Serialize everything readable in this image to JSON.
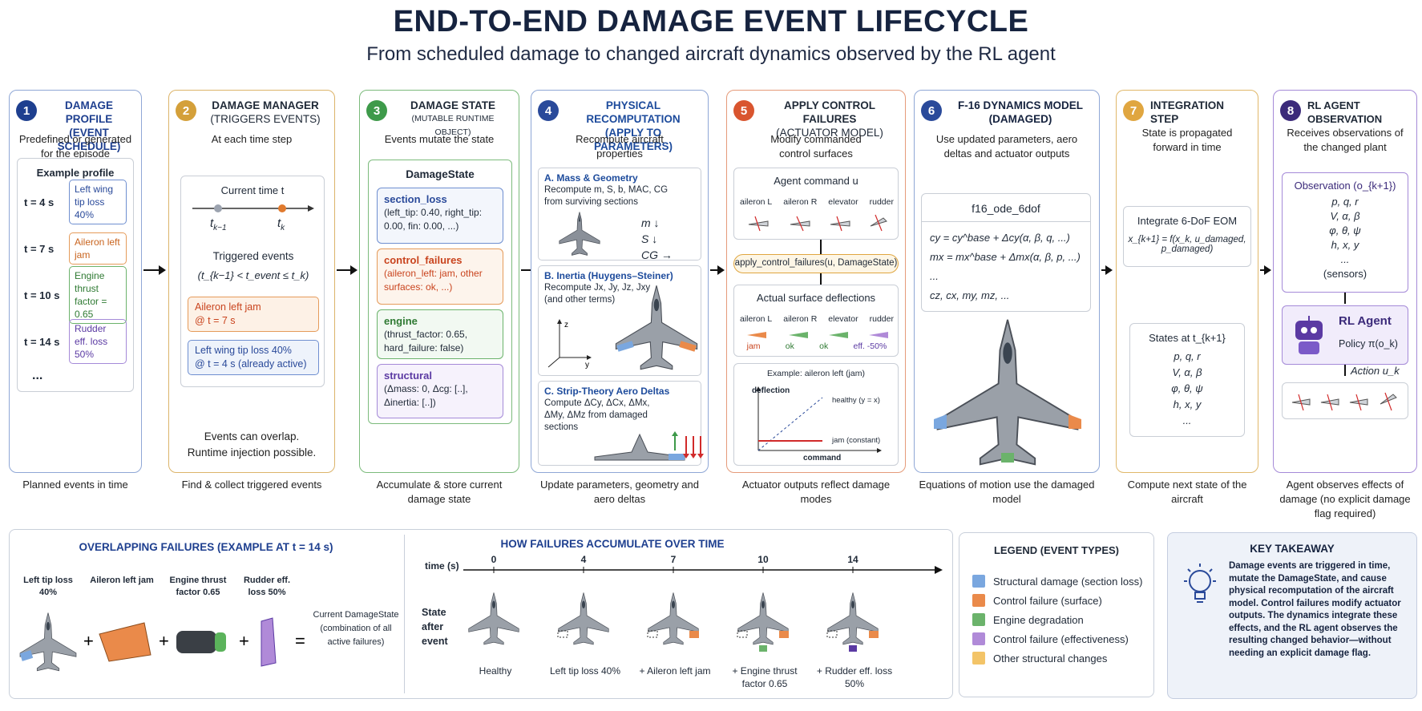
{
  "header": {
    "title": "END-TO-END DAMAGE EVENT LIFECYCLE",
    "subtitle": "From scheduled damage to changed aircraft dynamics observed by the RL agent"
  },
  "colors": {
    "blue": "#1e3f8f",
    "gold": "#d4a03a",
    "green": "#3e9a4a",
    "steel": "#4a78c8",
    "red": "#d9552f",
    "navy": "#2a4a9a",
    "amber": "#e0a640",
    "purple": "#5b3aa3"
  },
  "stages": [
    {
      "num": "1",
      "title1": "DAMAGE PROFILE",
      "title2": "(EVENT SCHEDULE)",
      "desc": "Predefined or generated for the episode",
      "footer": "Planned events in time"
    },
    {
      "num": "2",
      "title1": "DAMAGE MANAGER",
      "title2": "(TRIGGERS EVENTS)",
      "desc": "At each time step",
      "footer": "Find & collect triggered events"
    },
    {
      "num": "3",
      "title1": "DAMAGE STATE",
      "title2": "(MUTABLE RUNTIME OBJECT)",
      "desc": "Events mutate the state",
      "footer": "Accumulate & store current damage state"
    },
    {
      "num": "4",
      "title1": "PHYSICAL RECOMPUTATION",
      "title2": "(APPLY TO PARAMETERS)",
      "desc": "Recompute aircraft properties",
      "footer": "Update parameters, geometry and aero deltas"
    },
    {
      "num": "5",
      "title1": "APPLY CONTROL FAILURES",
      "title2": "(ACTUATOR MODEL)",
      "desc": "Modify commanded control surfaces",
      "footer": "Actuator outputs reflect damage modes"
    },
    {
      "num": "6",
      "title1": "F-16 DYNAMICS MODEL",
      "title2": "(DAMAGED)",
      "desc": "Use updated parameters, aero deltas and actuator outputs",
      "footer": "Equations of motion use the damaged model"
    },
    {
      "num": "7",
      "title1": "INTEGRATION STEP",
      "title2": "",
      "desc": "State is propagated forward in time",
      "footer": "Compute next state of the aircraft"
    },
    {
      "num": "8",
      "title1": "RL AGENT OBSERVATION",
      "title2": "",
      "desc": "Receives observations of the changed plant",
      "footer": "Agent observes effects of damage (no explicit damage flag required)"
    }
  ],
  "profile": {
    "heading": "Example profile",
    "rows": [
      {
        "t": "t = 4 s",
        "event": "Left wing tip loss 40%"
      },
      {
        "t": "t = 7 s",
        "event": "Aileron left jam"
      },
      {
        "t": "t = 10 s",
        "event": "Engine thrust factor = 0.65"
      },
      {
        "t": "t = 14 s",
        "event": "Rudder eff. loss 50%"
      }
    ],
    "more": "..."
  },
  "manager": {
    "current_time": "Current time t",
    "tk1": "t",
    "tk1_sub": "k−1",
    "tk": "t",
    "tk_sub": "k",
    "triggered": "Triggered events",
    "condition": "(t_{k−1} < t_event ≤ t_k)",
    "event1_a": "Aileron left jam",
    "event1_b": "@ t = 7 s",
    "event2_a": "Left wing tip loss 40%",
    "event2_b": "@ t = 4 s (already active)",
    "note1": "Events can overlap.",
    "note2": "Runtime injection possible."
  },
  "damage_state": {
    "heading": "DamageState",
    "fields": [
      {
        "name": "section_loss",
        "value": "(left_tip: 0.40, right_tip: 0.00, fin: 0.00, ...)"
      },
      {
        "name": "control_failures",
        "value": "(aileron_left: jam, other surfaces: ok, ...)"
      },
      {
        "name": "engine",
        "value": "(thrust_factor: 0.65, hard_failure: false)"
      },
      {
        "name": "structural",
        "value": "(Δmass: 0, Δcg: [..], Δinertia: [..])"
      }
    ]
  },
  "recompute": {
    "a_title": "A. Mass & Geometry",
    "a_text": "Recompute m, S, b, MAC, CG from surviving sections",
    "a_sym": [
      "m ↓",
      "S ↓",
      "CG →"
    ],
    "b_title": "B. Inertia (Huygens–Steiner)",
    "b_text": "Recompute Jx, Jy, Jz, Jxy (and other terms)",
    "c_title": "C. Strip-Theory Aero Deltas",
    "c_text": "Compute ΔCy, ΔCx, ΔMx, ΔMy, ΔMz from damaged sections"
  },
  "actuator": {
    "command": "Agent command u",
    "surfaces": [
      "aileron L",
      "aileron R",
      "elevator",
      "rudder"
    ],
    "function": "apply_control_failures(u, DamageState)",
    "actual": "Actual surface deflections",
    "status": [
      "jam",
      "ok",
      "ok",
      "eff. -50%"
    ],
    "plot_title": "Example: aileron left (jam)",
    "plot_ylabel": "deflection",
    "plot_xlabel": "command",
    "legend_healthy": "healthy (y = x)",
    "legend_jam": "jam (constant)"
  },
  "dynamics": {
    "heading": "f16_ode_6dof",
    "eq1": "cy = cy^base + Δcy(α, β, q, ...)",
    "eq2": "mx = mx^base + Δmx(α, β, p, ...)",
    "eq3": "...",
    "eq4": "cz, cx, my, mz, ..."
  },
  "integration": {
    "heading": "Integrate 6-DoF EOM",
    "eq": "x_{k+1} = f(x_k, u_damaged, p_damaged)",
    "states_heading": "States at t_{k+1}",
    "states": [
      "p, q, r",
      "V, α, β",
      "φ, θ, ψ",
      "h, x, y",
      "..."
    ]
  },
  "agent": {
    "obs_heading": "Observation (o_{k+1})",
    "obs": [
      "p, q, r",
      "V, α, β",
      "φ, θ, ψ",
      "h, x, y",
      "...",
      "(sensors)"
    ],
    "agent_name": "RL Agent",
    "policy": "Policy π(o_k)",
    "action": "Action u_k"
  },
  "overlap": {
    "title": "OVERLAPPING FAILURES (EXAMPLE AT t = 14 s)",
    "items": [
      "Left tip loss 40%",
      "Aileron left jam",
      "Engine thrust factor 0.65",
      "Rudder eff. loss 50%"
    ],
    "result": "Current DamageState (combination of all active failures)"
  },
  "accumulate": {
    "title": "HOW FAILURES ACCUMULATE OVER TIME",
    "axis_label": "time (s)",
    "row_label": "State after event",
    "ticks": [
      "0",
      "4",
      "7",
      "10",
      "14"
    ],
    "captions": [
      "Healthy",
      "Left tip loss 40%",
      "+ Aileron left jam",
      "+ Engine thrust factor 0.65",
      "+ Rudder eff. loss 50%"
    ]
  },
  "legend": {
    "title": "LEGEND (EVENT TYPES)",
    "items": [
      {
        "label": "Structural damage (section loss)",
        "color": "#7aa7df"
      },
      {
        "label": "Control failure (surface)",
        "color": "#ea8a4a"
      },
      {
        "label": "Engine degradation",
        "color": "#6bb36b"
      },
      {
        "label": "Control failure (effectiveness)",
        "color": "#b08ad8"
      },
      {
        "label": "Other structural changes",
        "color": "#f3c468"
      }
    ]
  },
  "takeaway": {
    "title": "KEY TAKEAWAY",
    "text": "Damage events are triggered in time, mutate the DamageState, and cause physical recomputation of the aircraft model. Control failures modify actuator outputs. The dynamics integrate these effects, and the RL agent observes the resulting changed behavior—without needing an explicit damage flag."
  }
}
